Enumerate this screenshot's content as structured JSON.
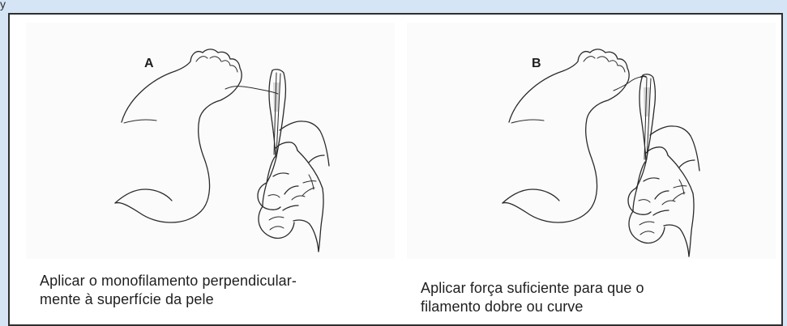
{
  "header": {
    "glyph": "y"
  },
  "figure": {
    "panels": [
      {
        "label": "A",
        "caption": "Aplicar o monofilamento perpendicular-\nmente à superfície da pele"
      },
      {
        "label": "B",
        "caption": "Aplicar força suficiente para que o\nfilamento dobre ou curve"
      }
    ]
  },
  "colors": {
    "background": "#d5e5f5",
    "frame": "#2f2f2f",
    "ink": "#2a2a2a",
    "text": "#1f1f1f"
  }
}
